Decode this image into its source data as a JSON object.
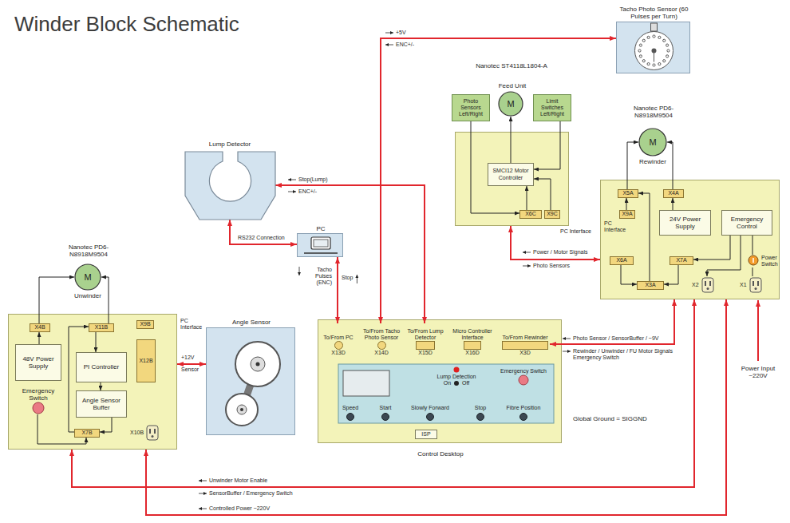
{
  "diagram": {
    "title": "Winder Block Schematic",
    "nodes": [
      {
        "text": [
          "Tacho Photo Sensor (60 Pulses per Turn)"
        ]
      },
      {
        "text": [
          "Nanotec ST4118L1804-A",
          "Feed Unit"
        ]
      },
      {
        "text": [
          "SMCI12 Motor Controller"
        ],
        "in": 1
      },
      {
        "text": [
          "X6C"
        ],
        "in": 1
      },
      {
        "text": [
          "X9C"
        ],
        "in": 1
      },
      {
        "text": [
          "Photo Sensors Left/Right"
        ]
      },
      {
        "text": [
          "M"
        ]
      },
      {
        "text": [
          "Limit Switches Left/Right"
        ]
      },
      {
        "text": [
          "Nanotec PD6-N8918M9504"
        ]
      },
      {
        "text": [
          "M",
          "Rewinder"
        ]
      },
      {
        "text": [
          "X5A"
        ],
        "in": 8
      },
      {
        "text": [
          "X4A"
        ],
        "in": 8
      },
      {
        "text": [
          "X9A"
        ],
        "in": 8
      },
      {
        "text": [
          "24V Power Supply"
        ],
        "in": 8
      },
      {
        "text": [
          "Emergency Control"
        ],
        "in": 8
      },
      {
        "text": [
          "X6A"
        ],
        "in": 8
      },
      {
        "text": [
          "X7A"
        ],
        "in": 8
      },
      {
        "text": [
          "Power Switch"
        ],
        "in": 8
      },
      {
        "text": [
          "X3A"
        ],
        "in": 8
      },
      {
        "text": [
          "X2"
        ],
        "in": 8
      },
      {
        "text": [
          "X1"
        ],
        "in": 8
      },
      {
        "text": [
          "Lump Detector"
        ]
      },
      {
        "text": [
          "PC"
        ]
      },
      {
        "text": [
          "Nanotec PD6-N8918M9504"
        ]
      },
      {
        "text": [
          "M",
          "Unwinder"
        ]
      },
      {
        "text": [
          "X4B"
        ],
        "in": 23
      },
      {
        "text": [
          "X11B"
        ],
        "in": 23
      },
      {
        "text": [
          "X9B"
        ],
        "in": 23
      },
      {
        "text": [
          "48V Power Supply"
        ],
        "in": 23
      },
      {
        "text": [
          "PI Controller"
        ],
        "in": 23
      },
      {
        "text": [
          "X12B"
        ],
        "in": 23
      },
      {
        "text": [
          "Angle Sensor Buffer"
        ],
        "in": 23
      },
      {
        "text": [
          "Emergency Switch"
        ],
        "in": 23
      },
      {
        "text": [
          "X7B"
        ],
        "in": 23
      },
      {
        "text": [
          "X10B"
        ],
        "in": 23
      },
      {
        "text": [
          "Angle Sensor"
        ]
      },
      {
        "text": [
          "Control Desktop"
        ]
      },
      {
        "text": [
          "To/From PC",
          "X13D"
        ],
        "in": 36
      },
      {
        "text": [
          "To/From Tacho Photo Sensor",
          "X14D"
        ],
        "in": 36
      },
      {
        "text": [
          "To/From Lump Detector",
          "X15D"
        ],
        "in": 36
      },
      {
        "text": [
          "Micro Controller Interface",
          "X16D"
        ],
        "in": 36
      },
      {
        "text": [
          "To/From Rewinder",
          "X3D"
        ],
        "in": 36
      },
      {
        "text": [
          "Lump Detection",
          "On",
          "Off"
        ],
        "in": 36
      },
      {
        "text": [
          "Emergency Switch"
        ],
        "in": 36
      },
      {
        "text": [
          "Speed"
        ],
        "in": 36
      },
      {
        "text": [
          "Start"
        ],
        "in": 36
      },
      {
        "text": [
          "Slowly Forward"
        ],
        "in": 36
      },
      {
        "text": [
          "Stop"
        ],
        "in": 36
      },
      {
        "text": [
          "Fibre Position"
        ],
        "in": 36
      },
      {
        "text": [
          "ISP"
        ],
        "in": 36
      }
    ],
    "edges": [
      {
        "from": 0,
        "to": 38,
        "arrow": "both"
      },
      {
        "from": 21,
        "to": 39,
        "arrow": "both"
      },
      {
        "from": 22,
        "to": 21,
        "arrow": "both"
      },
      {
        "from": 22,
        "to": 37,
        "arrow": "both"
      },
      {
        "from": 1,
        "to": 8,
        "arrow": "both"
      },
      {
        "from": 41,
        "to": 8,
        "arrow": "both"
      },
      {
        "from": 23,
        "to": 35,
        "arrow": "both"
      },
      {
        "from": 8,
        "to": 23,
        "arrow": "both"
      },
      {
        "from": 8,
        "to": 23,
        "arrow": "both"
      },
      {
        "from": 5,
        "to": 3,
        "arrow": "to"
      },
      {
        "from": 7,
        "to": 2,
        "arrow": "to"
      },
      {
        "from": 2,
        "to": 6,
        "arrow": "to"
      },
      {
        "from": 4,
        "to": 2,
        "arrow": "to"
      },
      {
        "from": 3,
        "to": 2,
        "arrow": "to"
      },
      {
        "from": 10,
        "to": 9,
        "arrow": "to"
      },
      {
        "from": 11,
        "to": 9,
        "arrow": "to"
      },
      {
        "from": 12,
        "to": 10,
        "arrow": "to"
      },
      {
        "from": 13,
        "to": 11,
        "arrow": "to"
      },
      {
        "from": 18,
        "to": 10,
        "arrow": "to"
      },
      {
        "from": 15,
        "to": 18,
        "arrow": "to"
      },
      {
        "from": 16,
        "to": 18,
        "arrow": "to"
      },
      {
        "from": 14,
        "to": 16,
        "arrow": "to"
      },
      {
        "from": 14,
        "to": 19,
        "arrow": "to"
      },
      {
        "from": 14,
        "to": 17,
        "arrow": "none"
      },
      {
        "from": 17,
        "to": 20,
        "arrow": "none"
      },
      {
        "from": 25,
        "to": 24,
        "arrow": "to"
      },
      {
        "from": 26,
        "to": 24,
        "arrow": "to"
      },
      {
        "from": 28,
        "to": 25,
        "arrow": "to"
      },
      {
        "from": 26,
        "to": 29,
        "arrow": "to"
      },
      {
        "from": 33,
        "to": 26,
        "arrow": "to"
      },
      {
        "from": 29,
        "to": 31,
        "arrow": "to"
      },
      {
        "from": 31,
        "to": 33,
        "arrow": "to"
      },
      {
        "from": 32,
        "to": 33,
        "arrow": "to"
      }
    ],
    "labels": [
      "+5V",
      "ENC+/-",
      "Stop(Lump)",
      "ENC+/-",
      "RS232 Connection",
      "Tacho Pulses (ENC)",
      "Stop",
      "PC Interface",
      "Power / Motor Signals",
      "Photo Sensors",
      "PC Interface",
      "PC Interface",
      "+12V",
      "Sensor",
      "Photo Sensor / SensorBuffer / ~9V",
      "Rewinder / Unwinder / FU Motor Signals Emergency Switch",
      "Power Input ~220V",
      "Global Ground = SIGGND",
      "Unwinder Motor Enable",
      "SensorBuffer / Emergency Switch",
      "Controlled Power ~220V"
    ]
  }
}
